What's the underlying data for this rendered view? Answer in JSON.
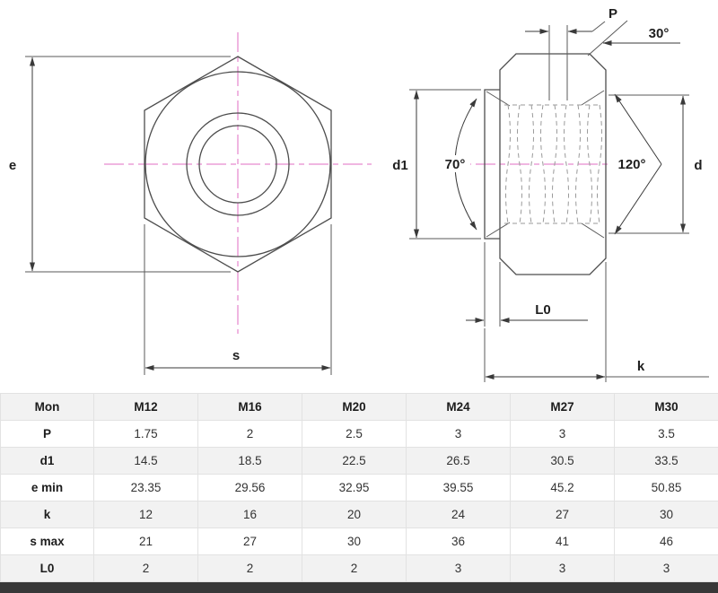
{
  "drawing": {
    "labels": {
      "e": "e",
      "s": "s",
      "d1": "d1",
      "d": "d",
      "p": "P",
      "k": "k",
      "l0": "L0",
      "angle30": "30°",
      "angle70": "70°",
      "angle120": "120°"
    },
    "colors": {
      "outline": "#4d4d4d",
      "centerline": "#e06cc3",
      "thread": "#9a9a9a",
      "dimension": "#3a3a3a"
    }
  },
  "table": {
    "columns": [
      "Mon",
      "M12",
      "M16",
      "M20",
      "M24",
      "M27",
      "M30"
    ],
    "rows": [
      {
        "label": "P",
        "values": [
          "1.75",
          "2",
          "2.5",
          "3",
          "3",
          "3.5"
        ]
      },
      {
        "label": "d1",
        "values": [
          "14.5",
          "18.5",
          "22.5",
          "26.5",
          "30.5",
          "33.5"
        ]
      },
      {
        "label": "e min",
        "values": [
          "23.35",
          "29.56",
          "32.95",
          "39.55",
          "45.2",
          "50.85"
        ]
      },
      {
        "label": "k",
        "values": [
          "12",
          "16",
          "20",
          "24",
          "27",
          "30"
        ]
      },
      {
        "label": "s max",
        "values": [
          "21",
          "27",
          "30",
          "36",
          "41",
          "46"
        ]
      },
      {
        "label": "L0",
        "values": [
          "2",
          "2",
          "2",
          "3",
          "3",
          "3"
        ]
      }
    ]
  }
}
